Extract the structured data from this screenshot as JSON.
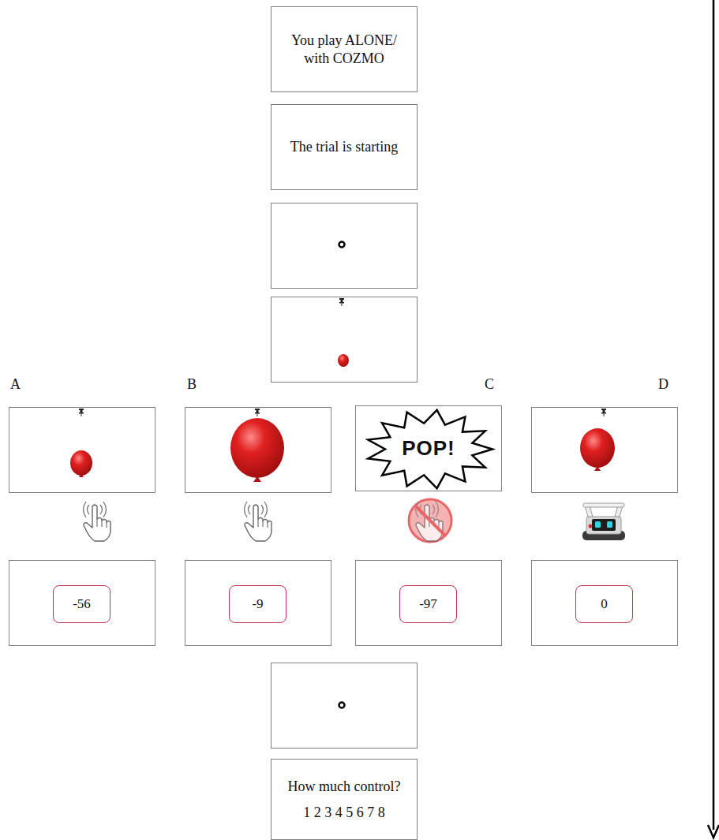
{
  "diagram": {
    "nodes": [
      {
        "text": [
          "You play ALONE/ with COZMO"
        ]
      },
      {
        "text": [
          "The trial is starting"
        ]
      },
      {
        "text": [
          "POP!"
        ]
      },
      {
        "text": [
          "-56"
        ]
      },
      {
        "text": [
          "-9"
        ]
      },
      {
        "text": [
          "-97"
        ]
      },
      {
        "text": [
          "0"
        ]
      },
      {
        "text": [
          "How much control?",
          "1 2 3 4 5 6 7 8"
        ]
      }
    ],
    "labels": [
      "A",
      "B",
      "C",
      "D"
    ]
  }
}
